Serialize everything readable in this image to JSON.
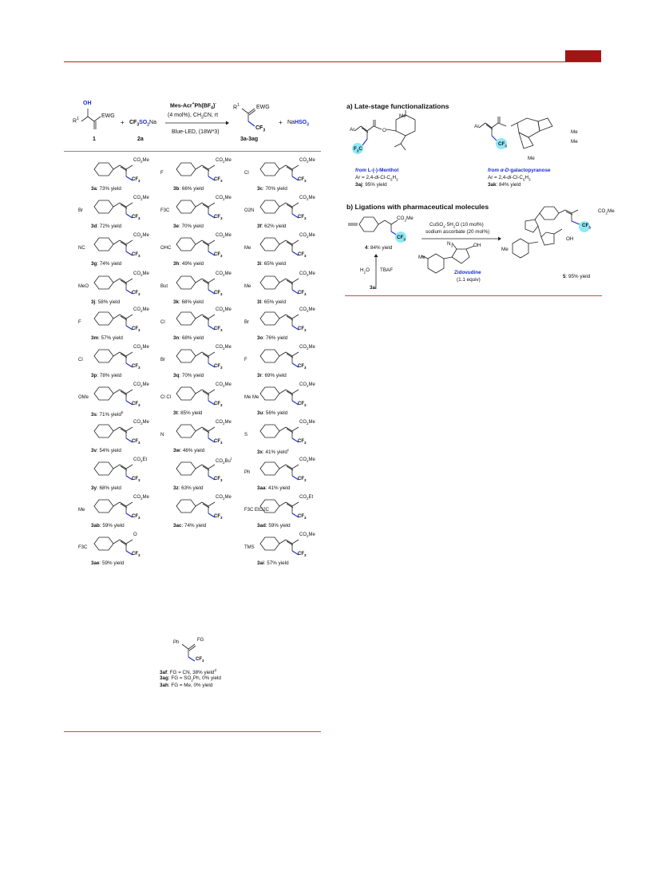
{
  "page": {
    "accent": "#a31414"
  },
  "scheme": {
    "reactant1_label": "1",
    "reactant1_oh": "OH",
    "reactant1_r": "R",
    "reactant1_ewg": "EWG",
    "plus": "+",
    "reagent_cf3": "CF",
    "reagent_so2na": "SO",
    "reagent_na": "Na",
    "reagent_label": "2a",
    "catalyst": "Mes-Acr",
    "catalyst_rest": "Ph(BF",
    "conditions_1": "(4 mol%), CH",
    "conditions_1b": "CN, rt",
    "conditions_2": "Blue-LED, (18W*3)",
    "product_label": "3a-3ag",
    "product_ewg": "EWG",
    "product_r": "R",
    "product_cf3": "CF",
    "byproduct_na": "Na",
    "byproduct_hso3": "HSO"
  },
  "compounds": [
    {
      "id": "3a",
      "yield": ": 73% yield",
      "sub": "",
      "group": "CO2Me"
    },
    {
      "id": "3b",
      "yield": ": 66% yield",
      "sub": "F",
      "group": "CO2Me"
    },
    {
      "id": "3c",
      "yield": ": 70% yield",
      "sub": "Cl",
      "group": "CO2Me"
    },
    {
      "id": "3d",
      "yield": ": 72% yield",
      "sub": "Br",
      "group": "CO2Me"
    },
    {
      "id": "3e",
      "yield": ": 70% yield",
      "sub": "F3C",
      "group": "CO2Me"
    },
    {
      "id": "3f",
      "yield": ": 62% yield",
      "sub": "O2N",
      "group": "CO2Me"
    },
    {
      "id": "3g",
      "yield": ": 74% yield",
      "sub": "NC",
      "group": "CO2Me"
    },
    {
      "id": "3h",
      "yield": ": 49% yield",
      "sub": "OHC",
      "group": "CO2Me"
    },
    {
      "id": "3i",
      "yield": ": 65% yield",
      "sub": "Me",
      "group": "CO2Me"
    },
    {
      "id": "3j",
      "yield": ": 58% yield",
      "sub": "MeO",
      "group": "CO2Me"
    },
    {
      "id": "3k",
      "yield": ": 68% yield",
      "sub": "But",
      "group": "CO2Me"
    },
    {
      "id": "3l",
      "yield": ": 65% yield",
      "sub": "Me",
      "group": "CO2Me"
    },
    {
      "id": "3m",
      "yield": ": 57% yield",
      "sub": "F",
      "group": "CO2Me"
    },
    {
      "id": "3n",
      "yield": ": 68% yield",
      "sub": "Cl",
      "group": "CO2Me"
    },
    {
      "id": "3o",
      "yield": ": 76% yield",
      "sub": "Br",
      "group": "CO2Me"
    },
    {
      "id": "3p",
      "yield": ": 78% yield",
      "sub": "Cl",
      "group": "CO2Me"
    },
    {
      "id": "3q",
      "yield": ": 70% yield",
      "sub": "Br",
      "group": "CO2Me"
    },
    {
      "id": "3r",
      "yield": ": 69% yield",
      "sub": "F",
      "group": "CO2Me"
    },
    {
      "id": "3s",
      "yield": ": 71% yield",
      "sup": "b",
      "sub": "OMe",
      "group": "CO2Me"
    },
    {
      "id": "3t",
      "yield": ": 85% yield",
      "sub": "Cl Cl",
      "group": "CO2Me"
    },
    {
      "id": "3u",
      "yield": ": 56% yield",
      "sub": "Me Me",
      "group": "CO2Me"
    },
    {
      "id": "3v",
      "yield": ": 54% yield",
      "sub": "",
      "group": "CO2Me"
    },
    {
      "id": "3w",
      "yield": ": 46% yield",
      "sub": "N",
      "group": "CO2Me"
    },
    {
      "id": "3x",
      "yield": ": 41% yield",
      "sup": "c",
      "sub": "S",
      "group": "CO2Me"
    },
    {
      "id": "3y",
      "yield": ": 68% yield",
      "sub": "",
      "group": "CO2Et"
    },
    {
      "id": "3z",
      "yield": ": 63% yield",
      "sub": "",
      "group": "CO2But"
    },
    {
      "id": "3aa",
      "yield": ": 41% yield",
      "sub": "Ph",
      "group": "CO2Me"
    },
    {
      "id": "3ab",
      "yield": ": 59% yield",
      "sub": "Me",
      "group": "CO2Me"
    },
    {
      "id": "3ac",
      "yield": ": 74% yield",
      "sub": "",
      "group": "CO2Me"
    },
    {
      "id": "3ad",
      "yield": ": 59% yield",
      "sub": "F3C EtO2C",
      "group": "CO2Et"
    },
    {
      "id": "3ae",
      "yield": ": 59% yield",
      "sub": "F3C",
      "group": "ketone"
    },
    {
      "id": "3ai",
      "yield": ": 57% yield",
      "sub": "TMS",
      "group": "CO2Me"
    }
  ],
  "special": {
    "af": "3af",
    "af_text": ": FG = CN, 38% yield",
    "af_sup": "d",
    "ag": "3ag",
    "ag_text": ": FG = SO",
    "ag_text2": "Ph, 0% yield",
    "ah": "3ah",
    "ah_text": ": FG = Me, 0% yield",
    "fg": "FG",
    "ph": "Ph"
  },
  "groups": {
    "co2me": "CO",
    "me": "Me",
    "cf3": "CF",
    "et": "Et",
    "bu": "Bu"
  },
  "late_stage": {
    "title": "a) Late-stage functionalizations",
    "left_from": "from",
    "left_source": "L-(-)-Menthol",
    "left_ar": "Ar = 2,4-",
    "left_ar_di": "di",
    "left_ar_rest": "-Cl-C",
    "left_id": "3aj",
    "left_yield": ": 95% yield",
    "right_from": "from",
    "right_source_prefix": "α-",
    "right_source_d": "D",
    "right_source_rest": "-galactopyranose",
    "right_ar": "Ar = 2,4-",
    "right_ar_di": "di",
    "right_ar_rest": "-Cl-C",
    "right_id": "3ak",
    "right_yield": ": 84% yield"
  },
  "ligation": {
    "title": "b) Ligations with pharmaceutical molecules",
    "reagent1": "CuSO",
    "reagent1_rest": "5H",
    "reagent1_end": "O (10 mol%)",
    "reagent2": "sodium ascorbate (20 mol%)",
    "start_id": "4",
    "start_yield": ": 84% yield",
    "tbaf": "TBAF",
    "h2o": "H",
    "h2o_o": "O",
    "from_id": "3ai",
    "drug_name": "Zidovudine",
    "drug_equiv": "(1.1 equiv)",
    "product_id": "5",
    "product_yield": ": 95% yield",
    "n3": "N",
    "oh": "OH",
    "me": "Me",
    "o": "O",
    "n": "N",
    "h": "H"
  }
}
